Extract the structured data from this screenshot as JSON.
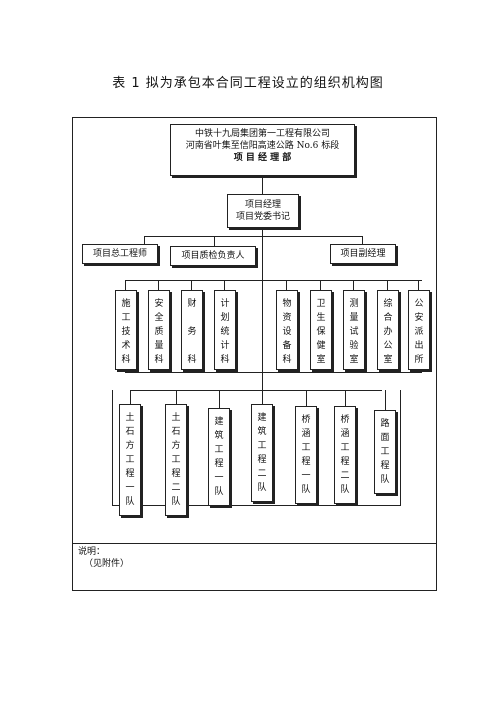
{
  "title": "表 1 拟为承包本合同工程设立的组织机构图",
  "top_box": {
    "line1": "中铁十九局集团第一工程有限公司",
    "line2": "河南省叶集至信阳高速公路 No.6 标段",
    "line3": "项 目 经 理 部"
  },
  "manager_box": {
    "line1": "项目经理",
    "line2": "项目党委书记"
  },
  "level2": [
    "项目总工程师",
    "项目质检负责人",
    "项目副经理"
  ],
  "departments": [
    [
      "施",
      "工",
      "技",
      "术",
      "科"
    ],
    [
      "安",
      "全",
      "质",
      "量",
      "科"
    ],
    [
      "财",
      "",
      "务",
      "",
      "科"
    ],
    [
      "计",
      "划",
      "统",
      "计",
      "科"
    ],
    [
      "物",
      "资",
      "设",
      "备",
      "科"
    ],
    [
      "卫",
      "生",
      "保",
      "健",
      "室"
    ],
    [
      "测",
      "量",
      "试",
      "验",
      "室"
    ],
    [
      "综",
      "合",
      "办",
      "公",
      "室"
    ],
    [
      "公",
      "安",
      "派",
      "出",
      "所"
    ]
  ],
  "teams": [
    [
      "土",
      "石",
      "方",
      "工",
      "程",
      "一",
      "队"
    ],
    [
      "土",
      "石",
      "方",
      "工",
      "程",
      "二",
      "队"
    ],
    [
      "建",
      "筑",
      "工",
      "程",
      "一",
      "队"
    ],
    [
      "建",
      "筑",
      "工",
      "程",
      "二",
      "队"
    ],
    [
      "桥",
      "涵",
      "工",
      "程",
      "一",
      "队"
    ],
    [
      "桥",
      "涵",
      "工",
      "程",
      "二",
      "队"
    ],
    [
      "路",
      "面",
      "工",
      "程",
      "队"
    ]
  ],
  "note": {
    "label": "说明：",
    "text": "（见附件）"
  }
}
